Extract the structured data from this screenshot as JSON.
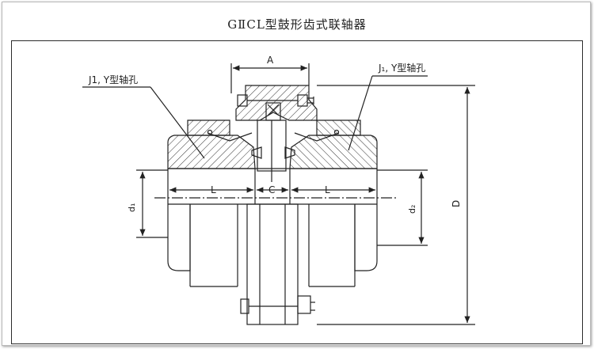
{
  "title": "GⅡCL型鼓形齿式联轴器",
  "labels": {
    "left_bore": "J1, Y型轴孔",
    "right_bore": "J₁, Y型轴孔",
    "dim_a": "A",
    "dim_l_left": "L",
    "dim_c": "C",
    "dim_l_right": "L",
    "dim_d1": "d₁",
    "dim_d2": "d₂",
    "dim_d": "D"
  },
  "colors": {
    "line": "#222222",
    "frame": "#b9b9b9"
  }
}
